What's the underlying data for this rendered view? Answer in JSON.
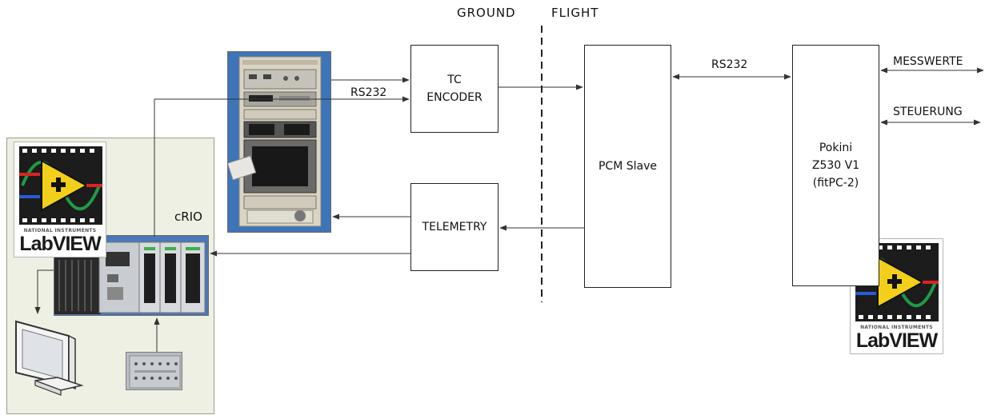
{
  "headers": {
    "ground": "GROUND",
    "flight": "FLIGHT"
  },
  "nodes": {
    "tc_encoder": "TC\nENCODER",
    "telemetry": "TELEMETRY",
    "pcm_slave": "PCM Slave",
    "pokini": "Pokini\nZ530 V1\n(fitPC-2)"
  },
  "edge_labels": {
    "rs232_rack": "RS232",
    "rs232_pcm": "RS232",
    "messwerte": "MESSWERTE",
    "steuerung": "STEUERUNG",
    "crio": "cRIO"
  },
  "logos": {
    "top_line": "NATIONAL INSTRUMENTS",
    "wordmark": "LabVIEW"
  },
  "colors": {
    "line": "#333333",
    "panel": "#edf0e2",
    "rack": "#d9d4c3",
    "rack_bg": "#3e74b8",
    "logo_yellow": "#f2cf1a",
    "logo_green": "#1f9b45"
  }
}
